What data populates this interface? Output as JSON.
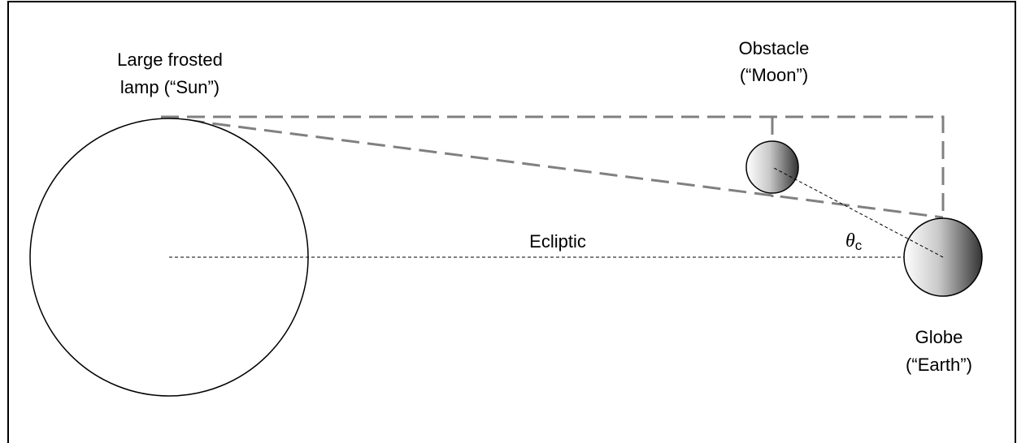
{
  "labels": {
    "sun_line1": "Large frosted",
    "sun_line2": "lamp (“Sun”)",
    "moon_line1": "Obstacle",
    "moon_line2": "(“Moon”)",
    "earth_line1": "Globe",
    "earth_line2": "(“Earth”)",
    "ecliptic": "Ecliptic",
    "angle_symbol": "θ",
    "angle_subscript": "c"
  },
  "colors": {
    "outline": "#000000",
    "guide_lines": "#808080",
    "sphere_light": "#ffffff",
    "sphere_dark": "#333333"
  }
}
